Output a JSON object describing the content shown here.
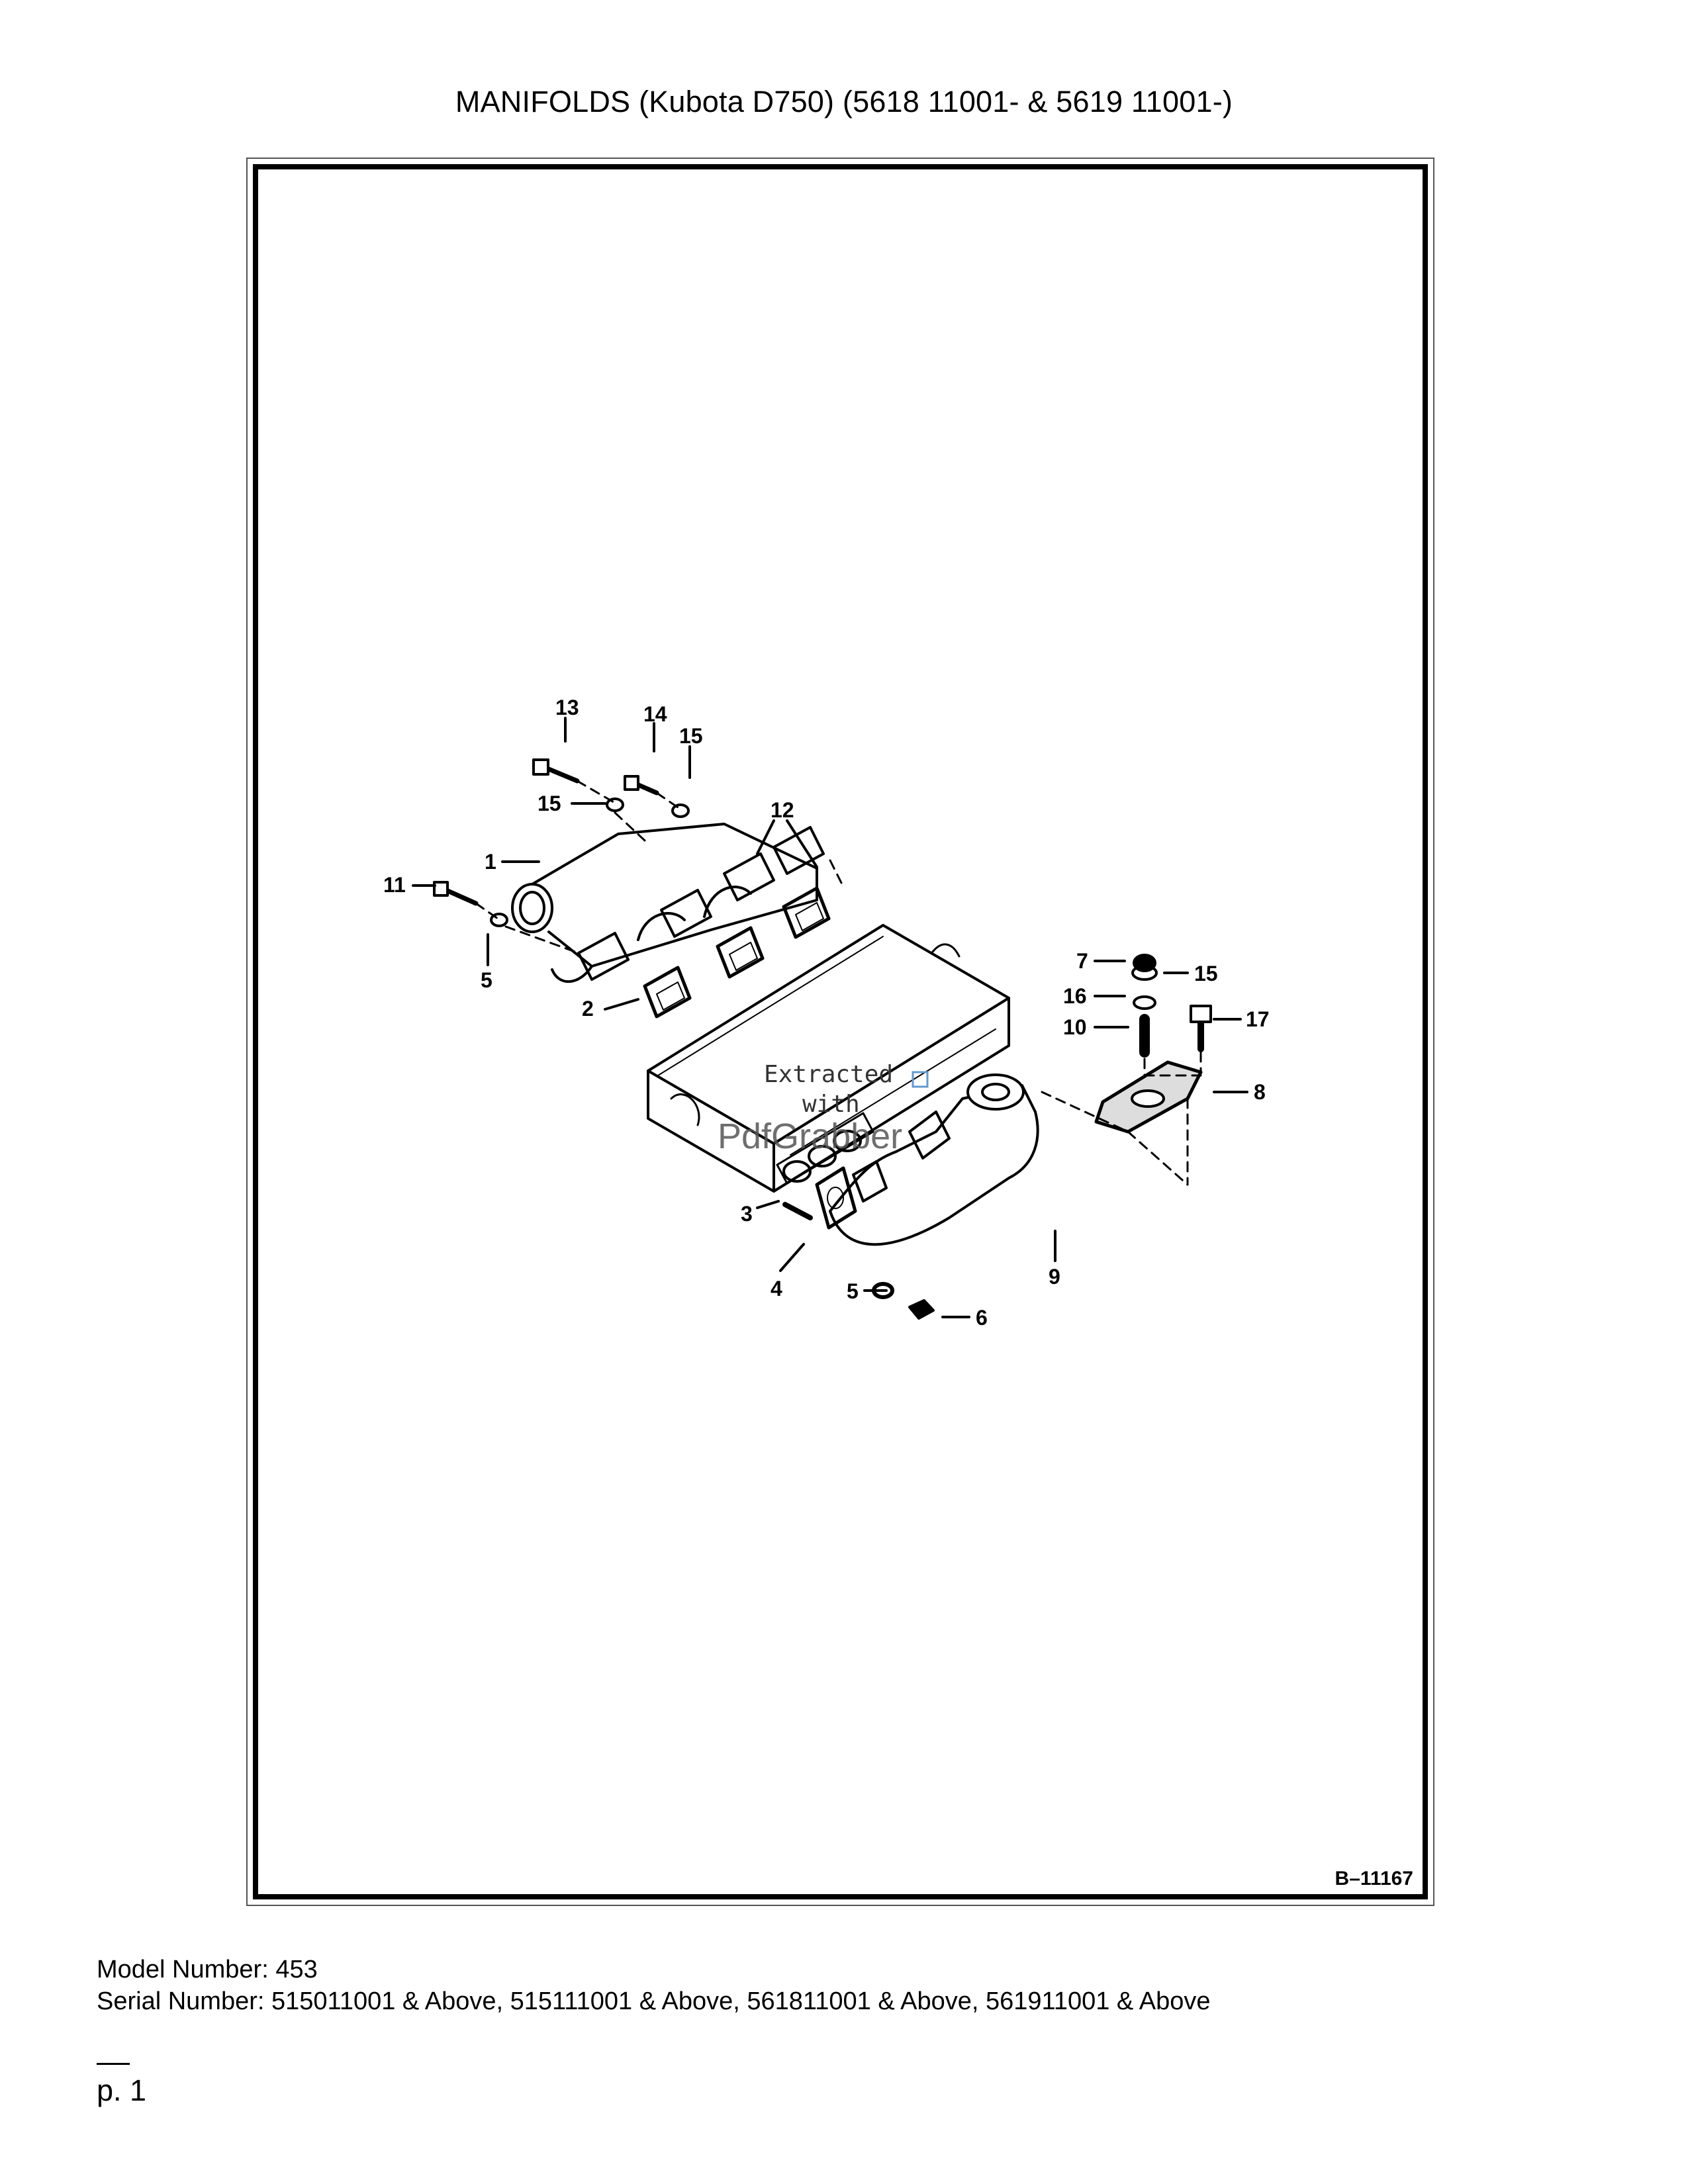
{
  "title": "MANIFOLDS (Kubota D750) (5618 11001- & 5619 11001-)",
  "figure": {
    "id": "B–11167",
    "watermark": {
      "line1": "Extracted",
      "line2": "with",
      "line3": "PdfGrabber"
    },
    "callouts": [
      {
        "key": "c13",
        "label": "13"
      },
      {
        "key": "c14",
        "label": "14"
      },
      {
        "key": "c15a",
        "label": "15"
      },
      {
        "key": "c15b",
        "label": "15"
      },
      {
        "key": "c12",
        "label": "12"
      },
      {
        "key": "c1",
        "label": "1"
      },
      {
        "key": "c11",
        "label": "11"
      },
      {
        "key": "c5a",
        "label": "5"
      },
      {
        "key": "c2",
        "label": "2"
      },
      {
        "key": "c7",
        "label": "7"
      },
      {
        "key": "c15c",
        "label": "15"
      },
      {
        "key": "c16",
        "label": "16"
      },
      {
        "key": "c17",
        "label": "17"
      },
      {
        "key": "c10",
        "label": "10"
      },
      {
        "key": "c8",
        "label": "8"
      },
      {
        "key": "c3",
        "label": "3"
      },
      {
        "key": "c9",
        "label": "9"
      },
      {
        "key": "c4",
        "label": "4"
      },
      {
        "key": "c5b",
        "label": "5"
      },
      {
        "key": "c6",
        "label": "6"
      }
    ]
  },
  "footer": {
    "model": "Model Number: 453",
    "serial": "Serial Number: 515011001 & Above, 515111001 & Above, 561811001 & Above, 561911001 & Above"
  },
  "page": "p. 1"
}
